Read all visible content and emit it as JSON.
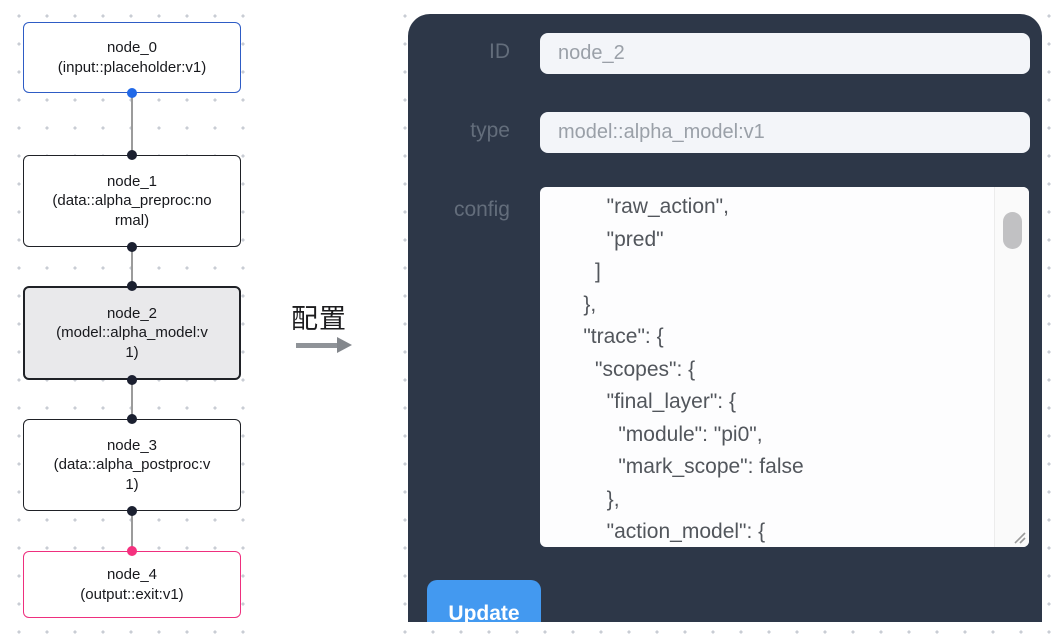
{
  "graph": {
    "nodes": [
      {
        "label": "node_0",
        "type_label": "(input::placeholder:v1)"
      },
      {
        "label": "node_1",
        "type_label": "(data::alpha_preproc:normal)"
      },
      {
        "label": "node_2",
        "type_label": "(model::alpha_model:v1)"
      },
      {
        "label": "node_3",
        "type_label": "(data::alpha_postproc:v1)"
      },
      {
        "label": "node_4",
        "type_label": "(output::exit:v1)"
      }
    ]
  },
  "annotation": {
    "label": "配置"
  },
  "inspector": {
    "id_label": "ID",
    "id_value": "node_2",
    "type_label": "type",
    "type_value": "model::alpha_model:v1",
    "config_label": "config",
    "config_value": "        \"raw_action\",\n        \"pred\"\n      ]\n    },\n    \"trace\": {\n      \"scopes\": {\n        \"final_layer\": {\n          \"module\": \"pi0\",\n          \"mark_scope\": false\n        },\n        \"action_model\": {",
    "update_label": "Update"
  },
  "colors": {
    "panel_bg": "#2d3748",
    "accent_blue": "#4399f0",
    "input_node_border": "#2e5cc5",
    "output_node_border": "#ee2f7e",
    "selected_node_bg": "#e9e9eb",
    "edge_gray": "#9b9b9b"
  }
}
